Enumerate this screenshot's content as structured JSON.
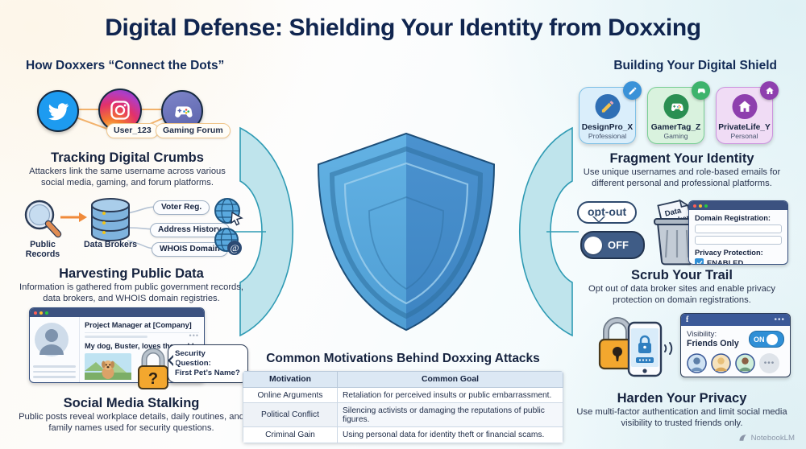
{
  "header": {
    "title": "Digital Defense: Shielding Your Identity from Doxxing",
    "left_column_heading": "How Doxxers “Connect the Dots”",
    "right_column_heading": "Building Your Digital Shield"
  },
  "watermark": {
    "label": "NotebookLM",
    "icon": "notebooklm-icon"
  },
  "center": {
    "shield_icon": "shield-icon"
  },
  "left_sections": [
    {
      "id": "tracking-digital-crumbs",
      "title": "Tracking Digital Crumbs",
      "description": "Attackers link the same username across various social media, gaming, and forum platforms.",
      "icons": [
        "twitter-icon",
        "instagram-icon",
        "gamepad-icon"
      ],
      "chips": [
        "User_123",
        "Gaming Forum"
      ]
    },
    {
      "id": "harvesting-public-data",
      "title": "Harvesting Public Data",
      "description": "Information is gathered from public government records, data brokers, and WHOIS domain registries.",
      "node_labels": [
        "Public Records",
        "Data Brokers"
      ],
      "chips": [
        "Voter Reg.",
        "Address History",
        "WHOIS Domain"
      ],
      "icons": [
        "magnifier-icon",
        "arrow-right-icon",
        "database-icon",
        "globe-cursor-icon",
        "globe-at-icon"
      ]
    },
    {
      "id": "social-media-stalking",
      "title": "Social Media Stalking",
      "description": "Public posts reveal workplace details, daily routines, and family names used for security questions.",
      "post_headline": "Project Manager at [Company]",
      "post_body": "My dog, Buster, loves the park!",
      "callout_line1": "Security Question:",
      "callout_line2": "First Pet’s Name?",
      "icons": [
        "avatar-icon",
        "dog-photo-icon",
        "padlock-question-icon"
      ]
    }
  ],
  "right_sections": [
    {
      "id": "fragment-your-identity",
      "title": "Fragment Your Identity",
      "description": "Use unique usernames and role-based emails for different personal and professional platforms.",
      "cards": [
        {
          "name": "DesignPro_X",
          "role": "Professional",
          "icon": "pencil-icon",
          "badge_icon": "pencil-badge-icon",
          "color": "#3a7fd5",
          "card_bg": "#daeefb",
          "card_border": "#7fc0e6"
        },
        {
          "name": "GamerTag_Z",
          "role": "Gaming",
          "icon": "gamepad-icon",
          "badge_icon": "gamepad-badge-icon",
          "color": "#31a05a",
          "card_bg": "#d9f2de",
          "card_border": "#79cf95"
        },
        {
          "name": "PrivateLife_Y",
          "role": "Personal",
          "icon": "home-icon",
          "badge_icon": "home-badge-icon",
          "color": "#8e3fae",
          "card_bg": "#f0dcf5",
          "card_border": "#cc94de"
        }
      ]
    },
    {
      "id": "scrub-your-trail",
      "title": "Scrub Your Trail",
      "description": "Opt out of data broker sites and enable privacy protection on domain registrations.",
      "bubble_label": "opt-out",
      "toggle_label": "OFF",
      "paper_label_line1": "Data",
      "paper_label_line2": "Broker",
      "window": {
        "field_label": "Domain Registration:",
        "privacy_label": "Privacy Protection:",
        "privacy_value": "ENABLED",
        "checkbox_icon": "checkbox-checked-icon"
      },
      "icons": [
        "trash-icon",
        "arrow-right-icon",
        "browser-window-icon"
      ]
    },
    {
      "id": "harden-your-privacy",
      "title": "Harden Your Privacy",
      "description": "Use multi-factor authentication and limit social media visibility to trusted friends only.",
      "panel": {
        "brand_icon": "facebook-icon",
        "menu_icon": "ellipsis-icon",
        "visibility_label": "Visibility:",
        "visibility_value": "Friends Only",
        "toggle_label": "ON",
        "more_icon": "more-friends-icon"
      },
      "icons": [
        "padlock-icon",
        "phone-lock-icon",
        "signal-waves-icon"
      ]
    }
  ],
  "motivations_table": {
    "title": "Common Motivations Behind Doxxing Attacks",
    "columns": [
      "Motivation",
      "Common Goal"
    ],
    "rows": [
      [
        "Online Arguments",
        "Retaliation for perceived insults or public embarrassment."
      ],
      [
        "Political Conflict",
        "Silencing activists or damaging the reputations of public figures."
      ],
      [
        "Criminal Gain",
        "Using personal data for identity theft or financial scams."
      ]
    ]
  },
  "colors": {
    "title": "#10254f",
    "arc": "#2f9bb4",
    "arc_fill": "#bfe4ec",
    "shield_light": "#5aa9de",
    "shield_dark": "#3d86c4"
  }
}
